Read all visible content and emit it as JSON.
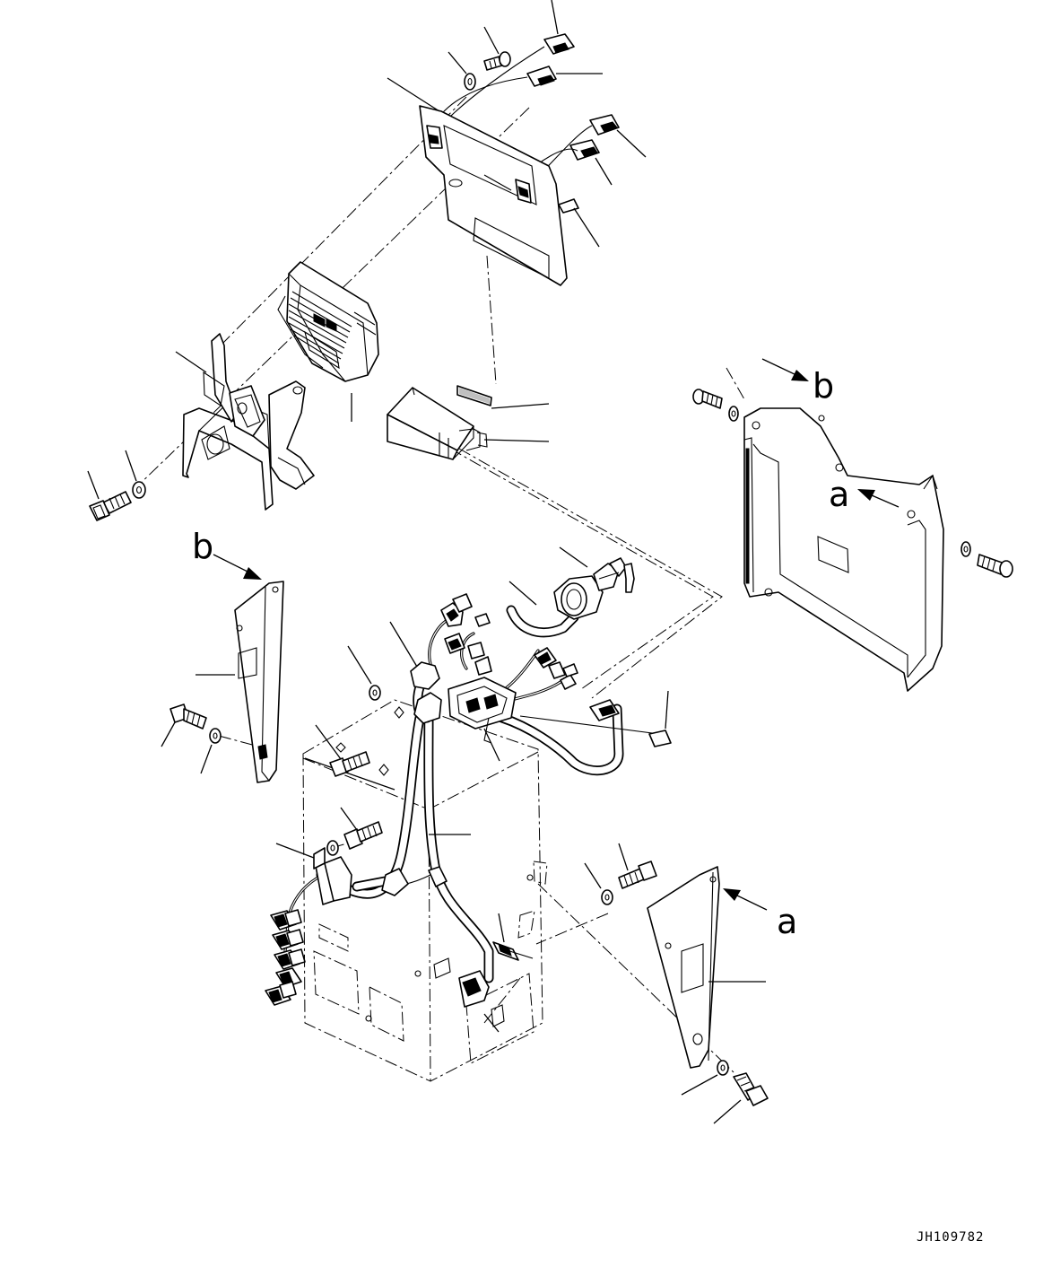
{
  "view_labels": {
    "b_top_right": "b",
    "a_right_panel": "a",
    "b_left_cover": "b",
    "a_right_cover": "a"
  },
  "drawing_number": "JH109782",
  "colors": {
    "ink": "#000000",
    "paper": "#ffffff"
  }
}
